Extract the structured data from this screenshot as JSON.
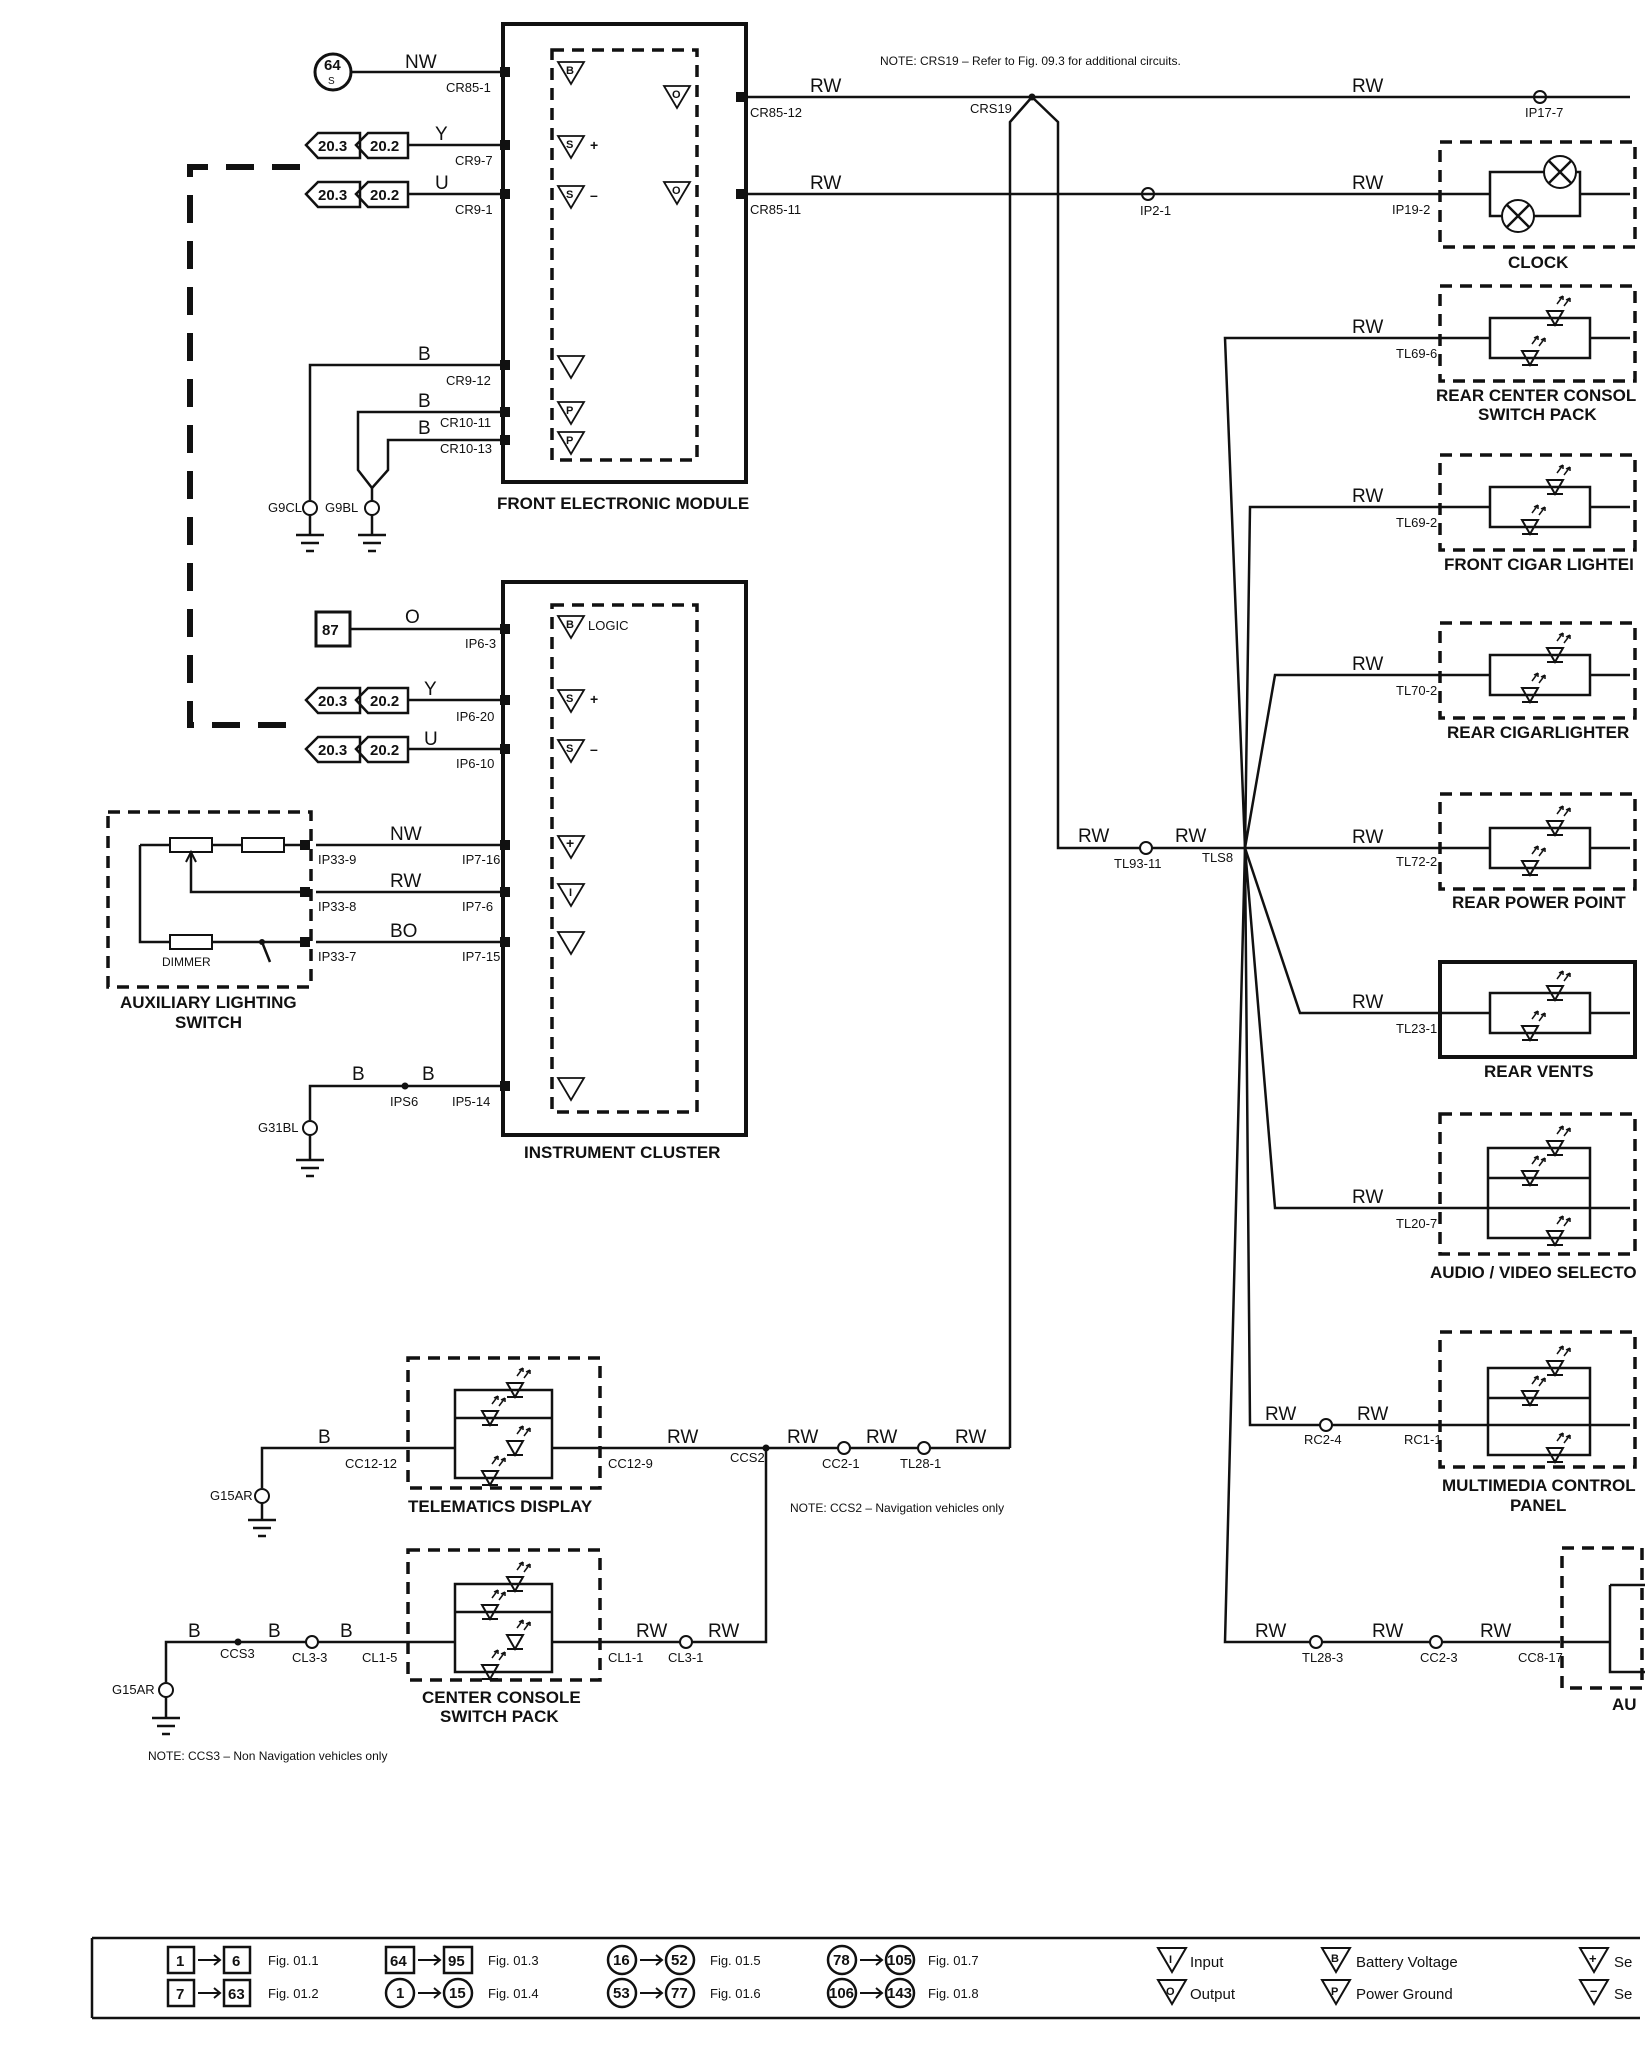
{
  "notes": {
    "crs19": "NOTE: CRS19 – Refer to Fig. 09.3 for additional circuits.",
    "ccs2": "NOTE: CCS2 – Navigation vehicles only",
    "ccs3": "NOTE: CCS3 – Non Navigation vehicles only"
  },
  "components": {
    "front_electronic_module": "FRONT ELECTRONIC MODULE",
    "instrument_cluster": "INSTRUMENT CLUSTER",
    "auxiliary_lighting_switch_1": "AUXILIARY LIGHTING",
    "auxiliary_lighting_switch_2": "SWITCH",
    "dimmer": "DIMMER",
    "logic": "LOGIC",
    "clock": "CLOCK",
    "rear_center_console_1": "REAR CENTER CONSOL",
    "rear_center_console_2": "SWITCH PACK",
    "front_cigar_lighter": "FRONT CIGAR LIGHTEI",
    "rear_cigarlighter": "REAR CIGARLIGHTER",
    "rear_power_point": "REAR POWER POINT",
    "rear_vents": "REAR VENTS",
    "audio_video_selector": "AUDIO / VIDEO SELECTO",
    "multimedia_control_1": "MULTIMEDIA CONTROL",
    "multimedia_control_2": "PANEL",
    "telematics_display": "TELEMATICS DISPLAY",
    "center_console_1": "CENTER CONSOLE",
    "center_console_2": "SWITCH PACK",
    "audio_cut": "AU"
  },
  "tags": {
    "t64": "64",
    "t64s": "S",
    "t87": "87",
    "t203": "20.3",
    "t202": "20.2"
  },
  "wires": {
    "NW": "NW",
    "Y": "Y",
    "U": "U",
    "B": "B",
    "RW": "RW",
    "O": "O",
    "BO": "BO"
  },
  "pins": {
    "cr85_1": "CR85-1",
    "cr9_7": "CR9-7",
    "cr9_1": "CR9-1",
    "cr9_12": "CR9-12",
    "cr10_11": "CR10-11",
    "cr10_13": "CR10-13",
    "cr85_12": "CR85-12",
    "cr85_11": "CR85-11",
    "crs19": "CRS19",
    "ip17_7": "IP17-7",
    "ip2_1": "IP2-1",
    "ip19_2": "IP19-2",
    "tl69_6": "TL69-6",
    "tl69_2": "TL69-2",
    "tl70_2": "TL70-2",
    "tl72_2": "TL72-2",
    "tl23_1": "TL23-1",
    "tl20_7": "TL20-7",
    "rc2_4": "RC2-4",
    "rc1_1": "RC1-1",
    "tl28_3": "TL28-3",
    "cc2_3": "CC2-3",
    "cc8_17": "CC8-17",
    "tl93_11": "TL93-11",
    "tls8": "TLS8",
    "g9cl": "G9CL",
    "g9bl": "G9BL",
    "g31bl": "G31BL",
    "g15ar": "G15AR",
    "ip6_3": "IP6-3",
    "ip6_20": "IP6-20",
    "ip6_10": "IP6-10",
    "ip7_16": "IP7-16",
    "ip7_6": "IP7-6",
    "ip7_15": "IP7-15",
    "ip33_9": "IP33-9",
    "ip33_8": "IP33-8",
    "ip33_7": "IP33-7",
    "ips6": "IPS6",
    "ip5_14": "IP5-14",
    "cc12_12": "CC12-12",
    "cc12_9": "CC12-9",
    "ccs2": "CCS2",
    "cc2_1": "CC2-1",
    "tl28_1": "TL28-1",
    "ccs3": "CCS3",
    "cl3_3": "CL3-3",
    "cl1_5": "CL1-5",
    "cl1_1": "CL1-1",
    "cl3_1": "CL3-1"
  },
  "legend": {
    "refs": [
      {
        "a": "1",
        "b": "6",
        "fig": "Fig. 01.1"
      },
      {
        "a": "7",
        "b": "63",
        "fig": "Fig. 01.2"
      },
      {
        "a": "64",
        "b": "95",
        "fig": "Fig. 01.3"
      },
      {
        "a": "1",
        "b": "15",
        "fig": "Fig. 01.4"
      },
      {
        "a": "16",
        "b": "52",
        "fig": "Fig. 01.5"
      },
      {
        "a": "53",
        "b": "77",
        "fig": "Fig. 01.6"
      },
      {
        "a": "78",
        "b": "105",
        "fig": "Fig. 01.7"
      },
      {
        "a": "106",
        "b": "143",
        "fig": "Fig. 01.8"
      }
    ],
    "input": "Input",
    "output": "Output",
    "battery_voltage": "Battery Voltage",
    "power_ground": "Power Ground",
    "se1": "Se",
    "se2": "Se"
  }
}
